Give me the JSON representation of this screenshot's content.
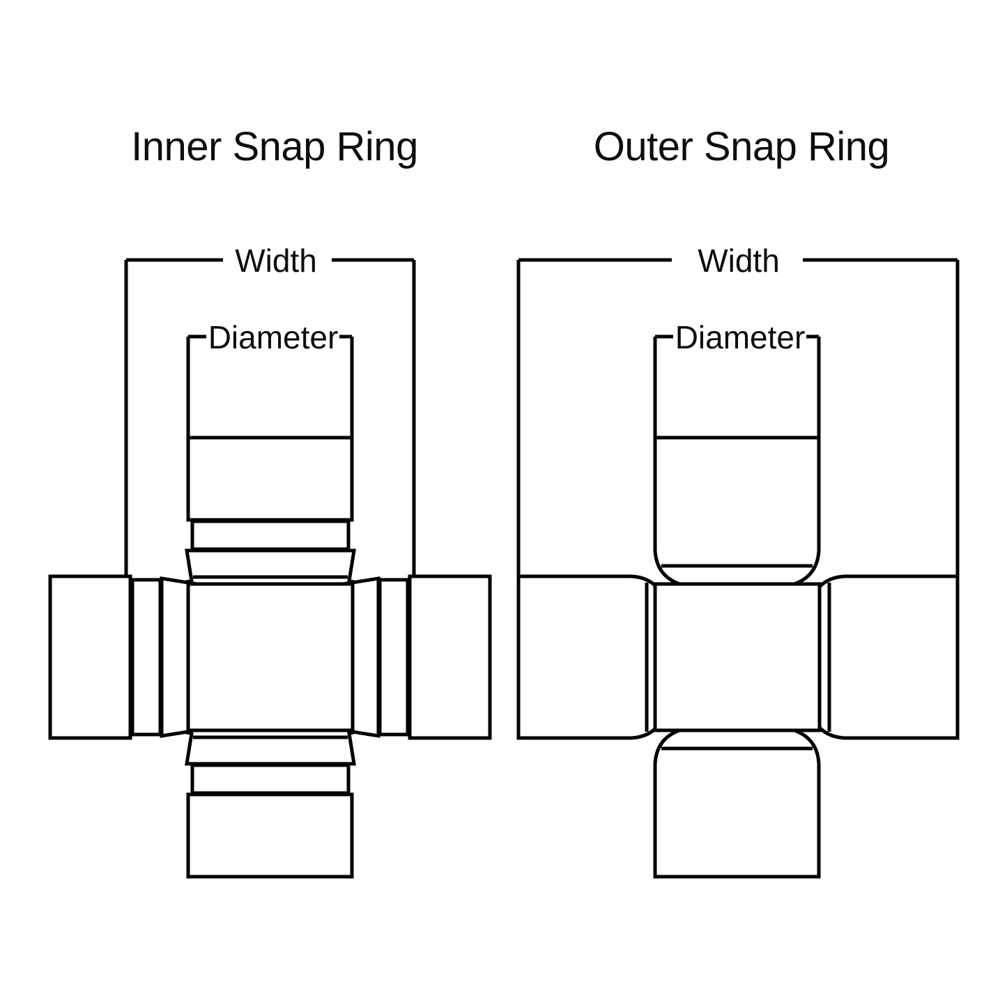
{
  "figure": {
    "background_color": "#ffffff",
    "line_color": "#000000",
    "text_color": "#0d0d0d",
    "subject": "universal-joint-measurement-diagram"
  },
  "panels": [
    {
      "id": "inner",
      "title": "Inner Snap Ring",
      "dimensions": {
        "width_label": "Width",
        "diameter_label": "Diameter"
      }
    },
    {
      "id": "outer",
      "title": "Outer Snap Ring",
      "dimensions": {
        "width_label": "Width",
        "diameter_label": "Diameter"
      }
    }
  ],
  "chart_data": {
    "type": "diagram",
    "title": "",
    "annotations": [
      "Inner Snap Ring",
      "Outer Snap Ring",
      "Width",
      "Diameter",
      "Width",
      "Diameter"
    ],
    "legend": []
  }
}
